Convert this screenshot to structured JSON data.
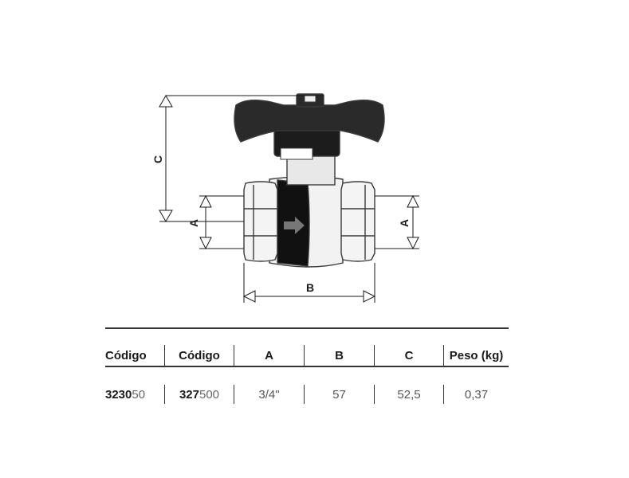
{
  "diagram": {
    "dimensions": {
      "a_label": "A",
      "b_label": "B",
      "c_label": "C"
    },
    "colors": {
      "handle": "#2a2a2a",
      "body_light": "#f2f2f2",
      "outline": "#3a3a3a",
      "band": "#111111",
      "arrow": "#777777"
    },
    "flow_arrow_icon": "arrow-right-icon"
  },
  "table": {
    "headers": [
      "Código",
      "Código",
      "A",
      "B",
      "C",
      "Peso (kg)"
    ],
    "rows": [
      {
        "code1_bold": "3230",
        "code1_light": "50",
        "code2_bold": "327",
        "code2_light": "500",
        "a": "3/4\"",
        "b": "57",
        "c": "52,5",
        "weight": "0,37"
      }
    ]
  }
}
